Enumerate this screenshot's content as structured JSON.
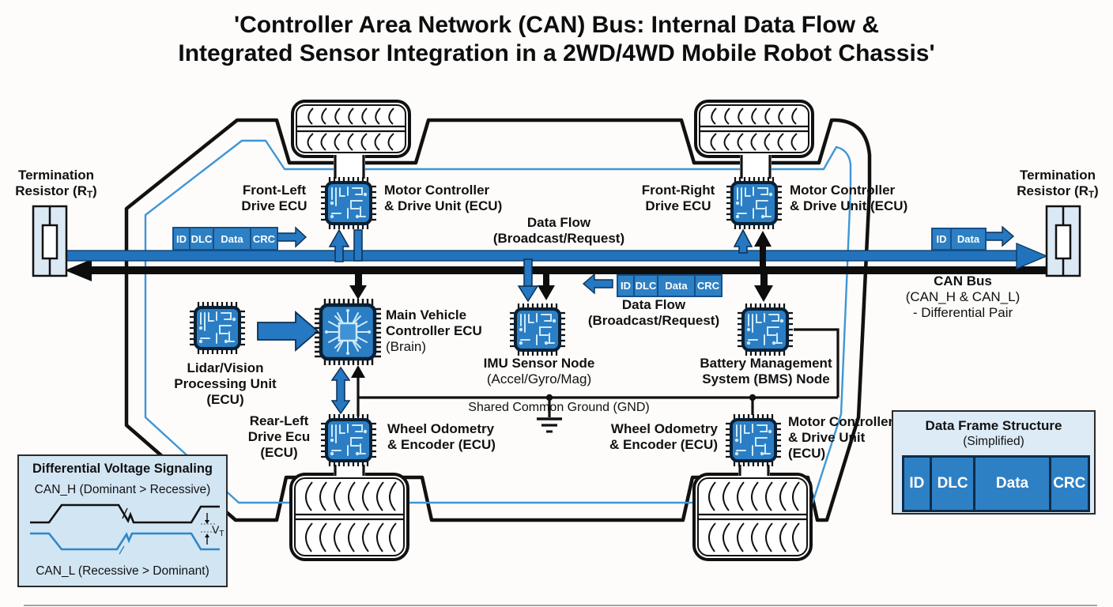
{
  "title": {
    "line1": "'Controller Area Network (CAN) Bus: Internal Data Flow &",
    "line2": "Integrated Sensor Integration in a 2WD/4WD Mobile Robot Chassis'"
  },
  "termination_left": {
    "line1": "Termination",
    "r_prefix": "Resistor (R",
    "r_sub": "T",
    "r_suffix": ")"
  },
  "termination_right": {
    "line1": "Termination",
    "r_prefix": "Resistor (R",
    "r_sub": "T",
    "r_suffix": ")"
  },
  "frames": {
    "left": {
      "cells": [
        "ID",
        "DLC",
        "Data",
        "CRC"
      ]
    },
    "mid": {
      "cells": [
        "ID",
        "DLC",
        "Data",
        "CRC"
      ]
    },
    "right": {
      "cells": [
        "ID",
        "Data"
      ]
    }
  },
  "data_flow_top": {
    "line1": "Data Flow",
    "line2": "(Broadcast/Request)"
  },
  "data_flow_mid": {
    "line1": "Data Flow",
    "line2": "(Broadcast/Request)"
  },
  "can_bus_label": {
    "line1": "CAN Bus",
    "line2": "(CAN_H & CAN_L)",
    "line3": "- Differential Pair"
  },
  "nodes": {
    "front_left": {
      "line1": "Front-Left",
      "line2": "Drive ECU"
    },
    "front_left_motor": {
      "line1": "Motor Controller",
      "line2": "& Drive Unit (ECU)"
    },
    "front_right": {
      "line1": "Front-Right",
      "line2": "Drive ECU"
    },
    "front_right_motor": {
      "line1": "Motor Controller",
      "line2": "& Drive Unit (ECU)"
    },
    "lidar": {
      "line1": "Lidar/Vision",
      "line2": "Processing Unit",
      "line3": "(ECU)"
    },
    "main": {
      "line1": "Main Vehicle",
      "line2": "Controller ECU",
      "line3": "(Brain)"
    },
    "imu": {
      "line1": "IMU Sensor Node",
      "line2": "(Accel/Gyro/Mag)"
    },
    "bms": {
      "line1": "Battery Management",
      "line2": "System (BMS) Node"
    },
    "rear_left": {
      "line1": "Rear-Left",
      "line2": "Drive Ecu",
      "line3": "(ECU)"
    },
    "rear_left_odo": {
      "line1": "Wheel Odometry",
      "line2": "& Encoder (ECU)"
    },
    "rear_right_odo": {
      "line1": "Wheel Odometry",
      "line2": "& Encoder (ECU)"
    },
    "rear_right_motor": {
      "line1": "Motor Controller",
      "line2": "& Drive Unit",
      "line3": "(ECU)"
    }
  },
  "ground_label": "Shared Common Ground (GND)",
  "inset_signaling": {
    "title": "Differential Voltage Signaling",
    "can_h": "CAN_H (Dominant > Recessive)",
    "can_l": "CAN_L (Recessive > Dominant)",
    "v_prefix": "V",
    "v_sub": "T"
  },
  "inset_frame": {
    "title": "Data Frame Structure",
    "subtitle": "(Simplified)",
    "cells": [
      "ID",
      "DLC",
      "Data",
      "CRC"
    ]
  },
  "colors": {
    "bus_blue": "#2273bd",
    "bus_black": "#0d0d0d",
    "frame_blue": "#2e80c4",
    "frame_border": "#15508c",
    "chip_blue": "#2b7ec3",
    "chip_trace": "#cfeaf9",
    "chassis_inner_blue": "#3e96d6",
    "inset_bg": "#d2e5f3"
  }
}
